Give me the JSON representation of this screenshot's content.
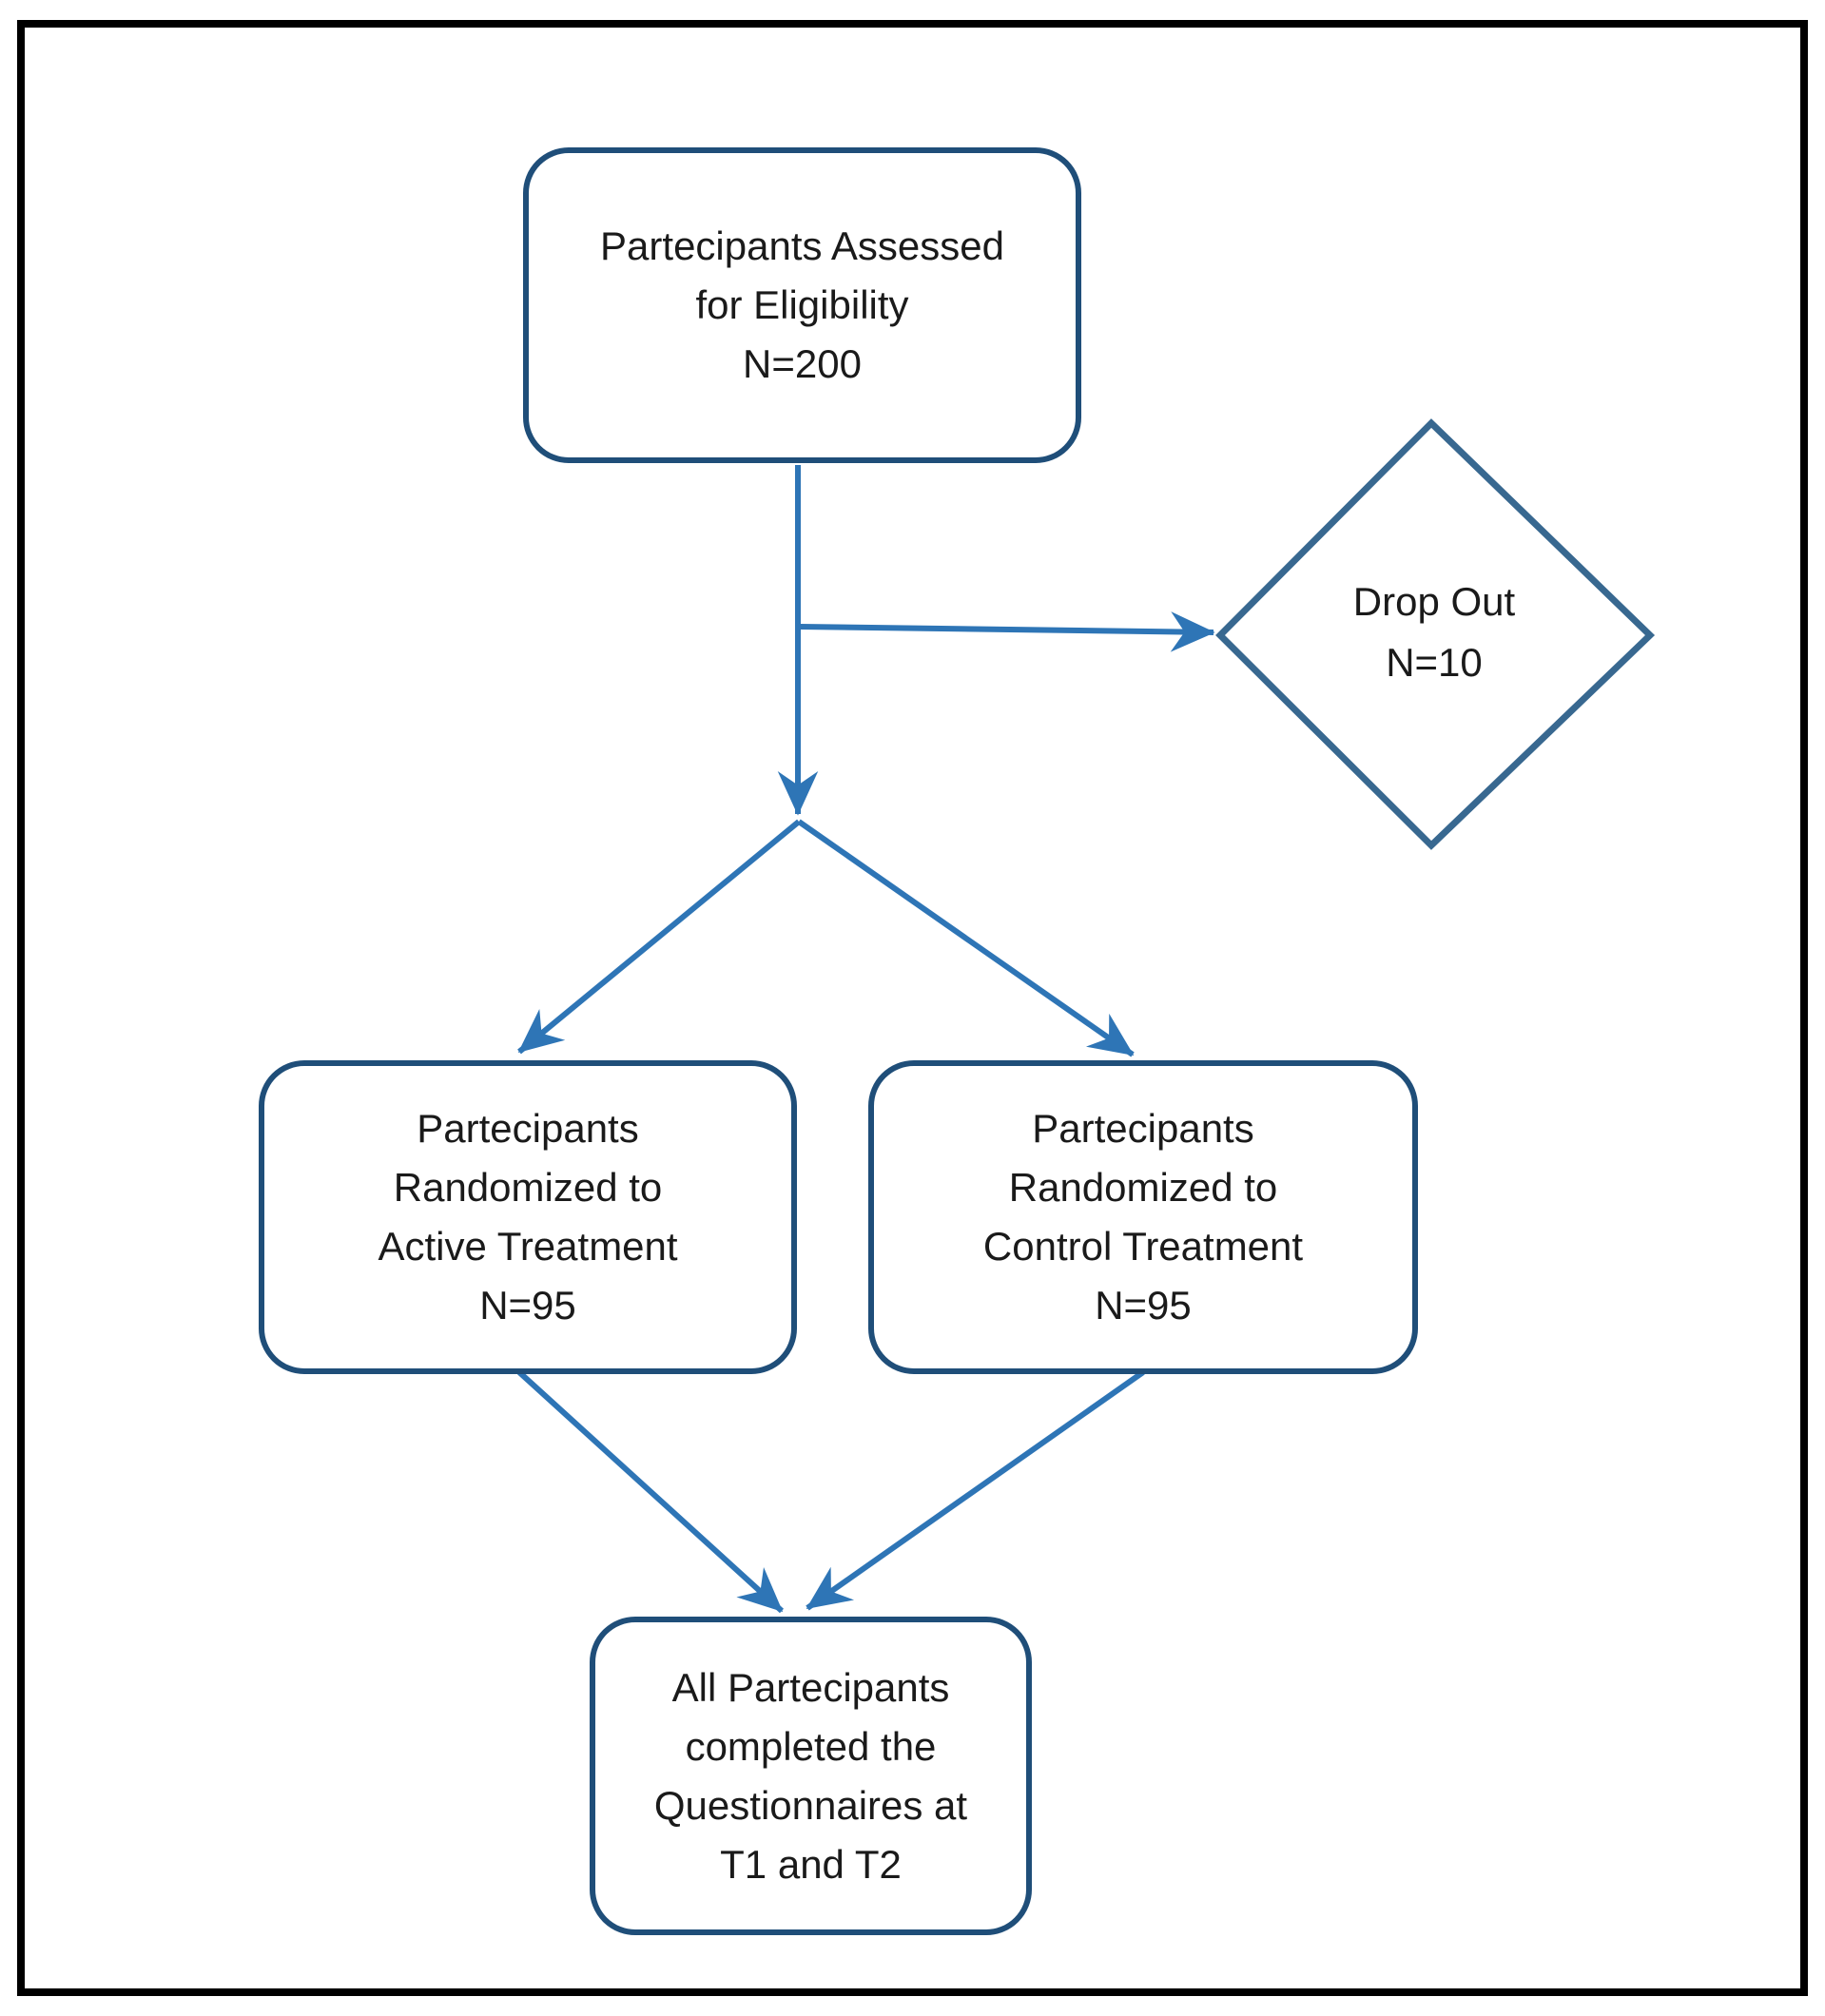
{
  "diagram": {
    "kind": "participant-flow-chart",
    "nodes": {
      "eligibility": {
        "lines": [
          "Partecipants Assessed",
          "for Eligibility",
          "N=200"
        ]
      },
      "dropout": {
        "lines": [
          "Drop Out",
          "N=10"
        ]
      },
      "active": {
        "lines": [
          "Partecipants",
          "Randomized to",
          "Active Treatment",
          "N=95"
        ]
      },
      "control": {
        "lines": [
          "Partecipants",
          "Randomized to",
          "Control Treatment",
          "N=95"
        ]
      },
      "completed": {
        "lines": [
          "All Partecipants",
          "completed the",
          "Questionnaires at",
          "T1 and T2"
        ]
      }
    }
  },
  "colors": {
    "frame": "#000000",
    "node_border": "#1f4e79",
    "diamond_border": "#386890",
    "arrow": "#2e75b6",
    "text": "#1a1a1a",
    "background": "#ffffff"
  }
}
